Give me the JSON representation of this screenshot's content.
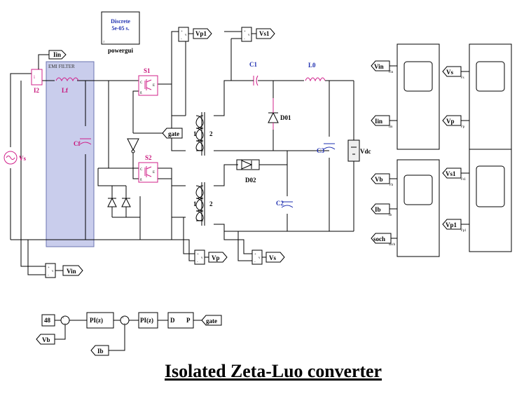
{
  "title": "Isolated Zeta-Luo converter",
  "powergui": {
    "mode": "Discrete",
    "ts": "5e-05 s.",
    "name": "powergui"
  },
  "emi": {
    "label": "EMI FILTER",
    "inductor": "Lf",
    "capacitor": "Cf"
  },
  "source": {
    "label": "Vs"
  },
  "sensors": {
    "current_in": "I2",
    "v_plus": "+",
    "v_sym": "v",
    "v_minus": "-"
  },
  "switches": {
    "s1": "S1",
    "s2": "S2",
    "g": "g",
    "c": "C",
    "e": "E"
  },
  "transformer": {
    "w1": "1",
    "w2": "2"
  },
  "components": {
    "c1": "C1",
    "l0": "L0",
    "d01": "D01",
    "d02": "D02",
    "c2": "C2",
    "c3": "C3",
    "vdc": "Vdc"
  },
  "tags": {
    "iin": "Iin",
    "vp1": "Vp1",
    "vs1": "Vs1",
    "gate": "gate",
    "vp": "Vp",
    "vs": "Vs",
    "vin": "Vin",
    "vb": "Vb",
    "ib": "Ib",
    "soch": "soch"
  },
  "scope_ports": {
    "vin": "Vin",
    "iin": "Iin",
    "vs": "Vs",
    "vp": "Vp",
    "vb": "Vb",
    "ib": "Ib",
    "soch": "soch",
    "vs1": "Vs1",
    "vp1": "Vp1"
  },
  "control": {
    "ref": "48",
    "pi1": "PI(z)",
    "pi2": "PI(z)",
    "d": "D",
    "p": "P",
    "fb_vb": "Vb",
    "fb_ib": "Ib",
    "gate": "gate"
  }
}
